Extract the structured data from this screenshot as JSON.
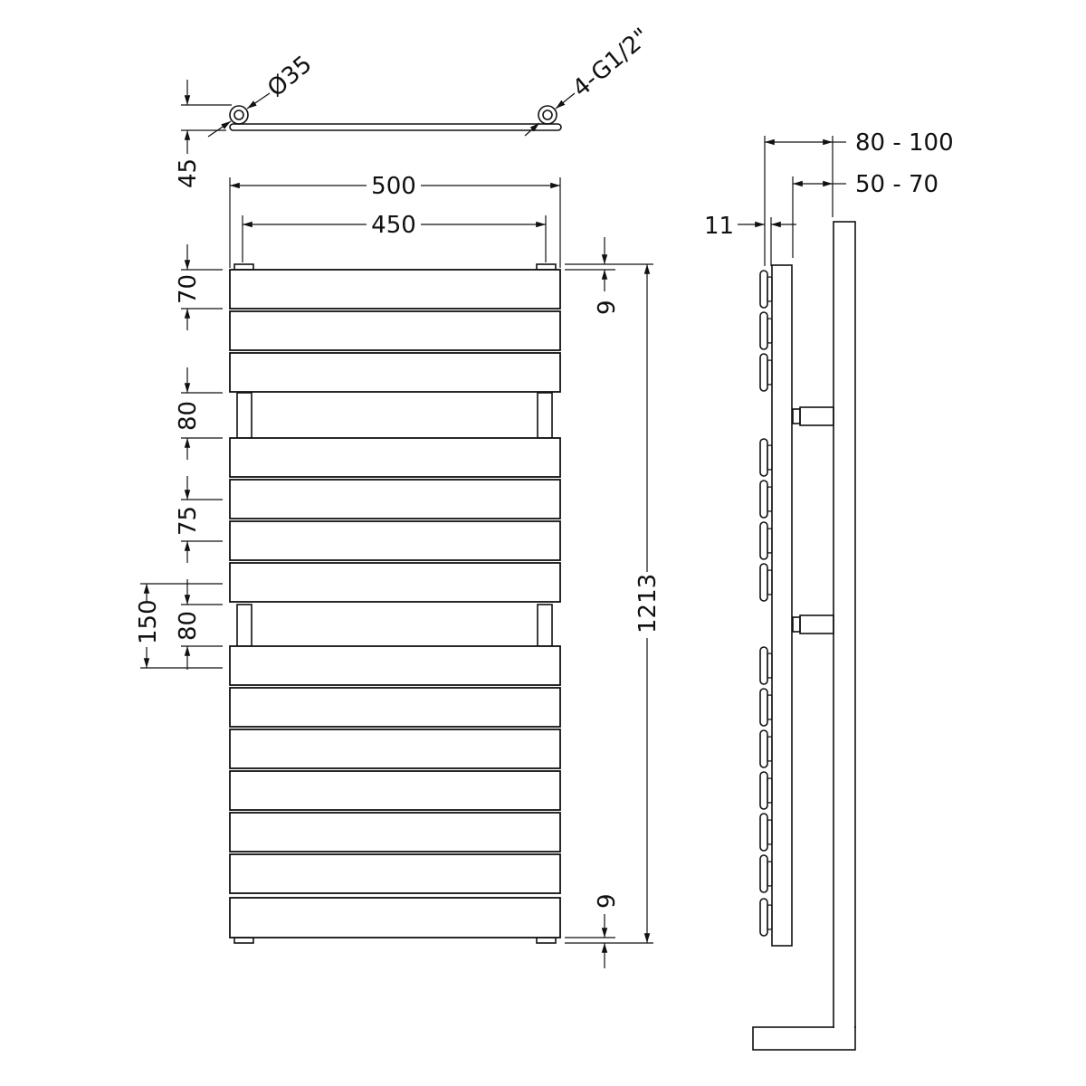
{
  "title": "Flat panel towel radiator dimension drawing",
  "top_view": {
    "pipe_diameter": "Ø35",
    "connection": "4-G1/2\"",
    "depth": "45"
  },
  "front_view": {
    "overall_width": "500",
    "pipe_centres": "450",
    "top_panel_height": "70",
    "gap_1": "80",
    "panel_pitch": "75",
    "gap_2": "80",
    "bracket_spacing": "150",
    "top_offset": "9",
    "bottom_offset": "9",
    "overall_height": "1213",
    "panel_count": 14
  },
  "side_view": {
    "wall_to_front": "80 - 100",
    "wall_to_back": "50 - 70",
    "panel_thickness": "11"
  },
  "colors": {
    "line": "#111111",
    "background": "#ffffff"
  }
}
